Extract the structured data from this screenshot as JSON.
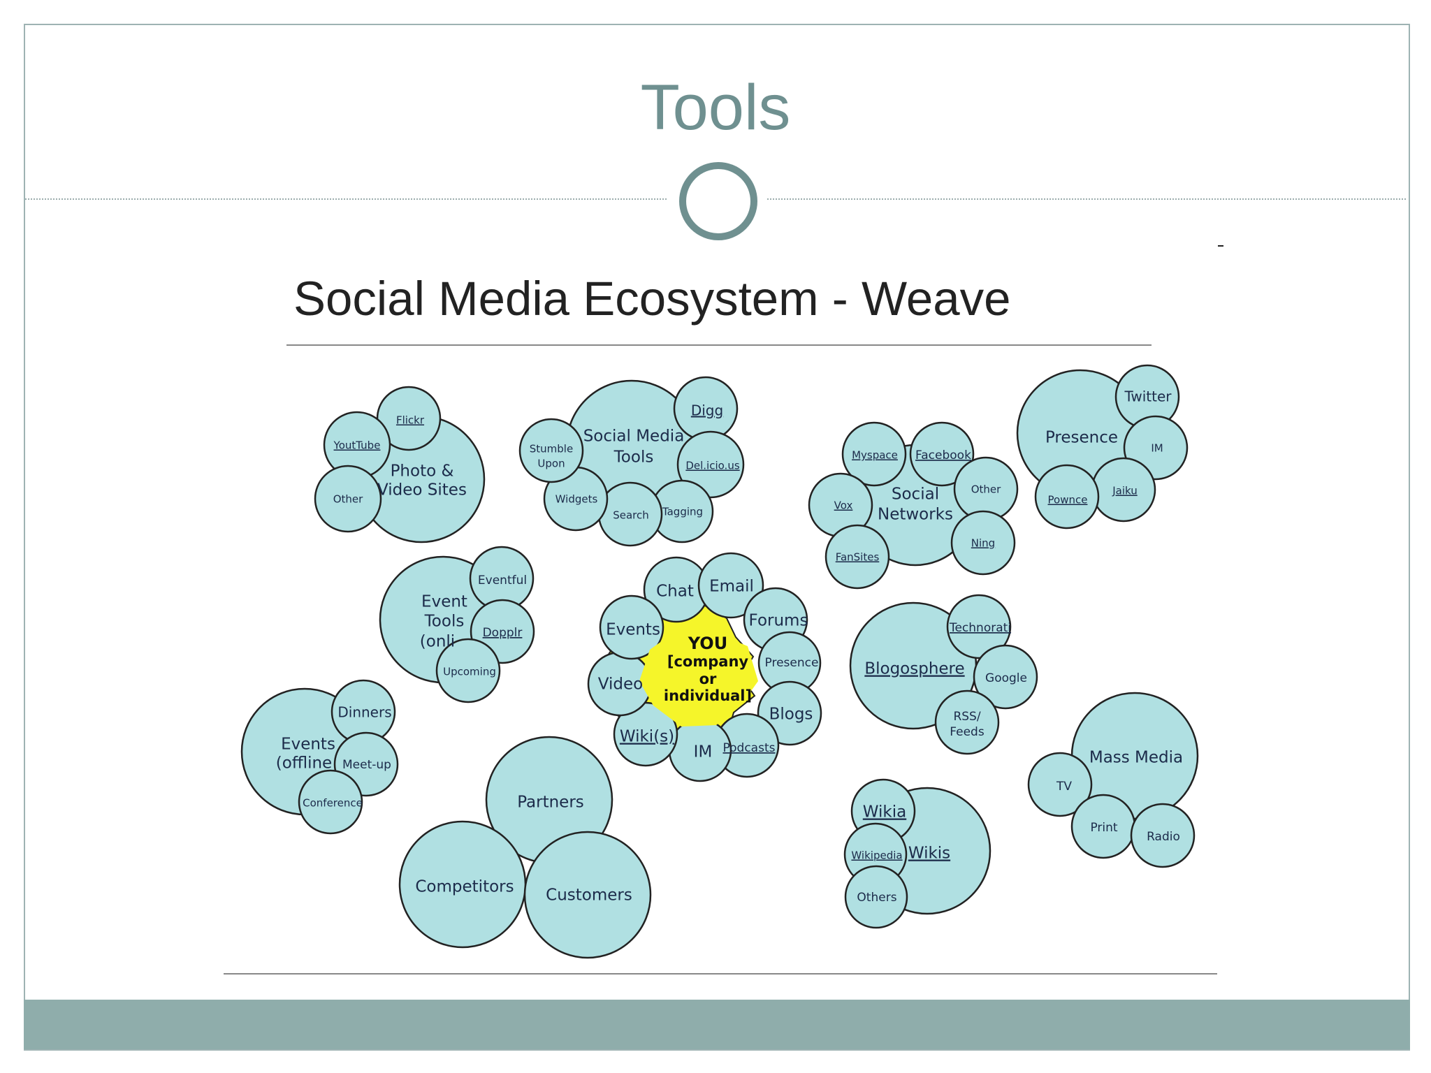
{
  "slide": {
    "title": "Tools"
  },
  "diagram": {
    "title": "Social Media Ecosystem - Weave",
    "center": {
      "line1": "YOU",
      "line2": "[company",
      "line3": "or",
      "line4": "individual]"
    },
    "center_ring": {
      "chat": "Chat",
      "email": "Email",
      "forums": "Forums",
      "presence": "Presence",
      "blogs": "Blogs",
      "podcasts": "Podcasts",
      "im": "IM",
      "wikis": "Wiki(s)",
      "video": "Video",
      "events": "Events"
    },
    "photo": {
      "line1": "Photo &",
      "line2": "Video Sites",
      "flickr": "Flickr",
      "youtube": "YoutTube",
      "other": "Other"
    },
    "smtools": {
      "line1": "Social Media",
      "line2": "Tools",
      "digg": "Digg",
      "delicious": "Del.icio.us",
      "tagging": "Tagging",
      "search": "Search",
      "widgets": "Widgets",
      "stumble1": "Stumble",
      "stumble2": "Upon"
    },
    "social": {
      "line1": "Social",
      "line2": "Networks",
      "myspace": "Myspace",
      "facebook": "Facebook",
      "other": "Other",
      "ning": "Ning",
      "fansites": "FanSites",
      "vox": "Vox"
    },
    "presence": {
      "label": "Presence",
      "twitter": "Twitter",
      "im": "IM",
      "jaiku": "Jaiku",
      "pownce": "Pownce"
    },
    "eventtools": {
      "line1": "Event",
      "line2": "Tools",
      "line3": "(onli",
      "eventful": "Eventful",
      "dopplr": "Dopplr",
      "upcoming": "Upcoming"
    },
    "blogosphere": {
      "label": "Blogosphere",
      "technorati": "Technorati",
      "google": "Google",
      "rss1": "RSS/",
      "rss2": "Feeds"
    },
    "offline": {
      "line1": "Events",
      "line2": "(offline",
      "dinners": "Dinners",
      "meetup": "Meet-up",
      "conference": "Conference"
    },
    "business": {
      "partners": "Partners",
      "competitors": "Competitors",
      "customers": "Customers"
    },
    "wikis": {
      "label": "Wikis",
      "wikia": "Wikia",
      "wikipedia": "Wikipedia",
      "others": "Others"
    },
    "mass": {
      "label": "Mass Media",
      "tv": "TV",
      "print": "Print",
      "radio": "Radio"
    }
  }
}
